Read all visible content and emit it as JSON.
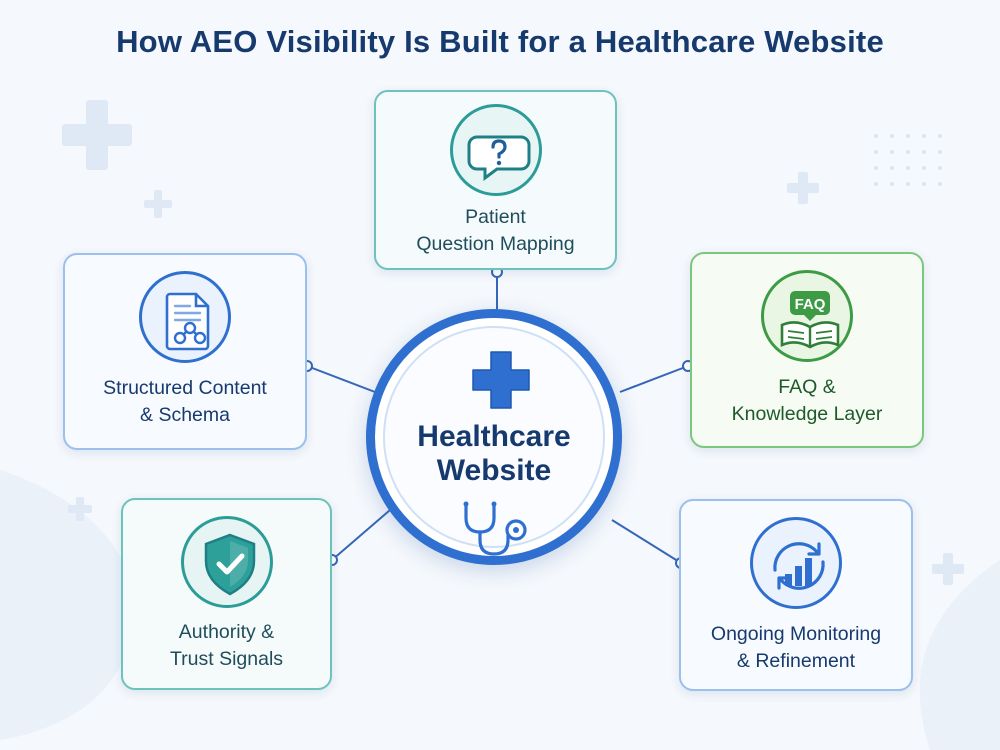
{
  "title": "How AEO Visibility Is Built for a Healthcare Website",
  "hub": {
    "line1": "Healthcare",
    "line2": "Website",
    "icons": [
      "medical-cross-icon",
      "stethoscope-icon"
    ]
  },
  "cards": {
    "patient": {
      "line1": "Patient",
      "line2": "Question Mapping",
      "icon": "question-bubble-icon"
    },
    "structured": {
      "line1": "Structured Content",
      "line2": "& Schema",
      "icon": "document-schema-icon"
    },
    "faq": {
      "line1": "FAQ &",
      "line2": "Knowledge Layer",
      "icon": "faq-book-icon",
      "icon_text": "FAQ"
    },
    "authority": {
      "line1": "Authority &",
      "line2": "Trust Signals",
      "icon": "shield-check-icon"
    },
    "monitoring": {
      "line1": "Ongoing Monitoring",
      "line2": "& Refinement",
      "icon": "chart-refresh-icon"
    }
  },
  "colors": {
    "title": "#173a6e",
    "primary_blue": "#2f6fd0",
    "teal": "#2b9c97",
    "green": "#3d9a45",
    "connector": "#3566b8"
  }
}
